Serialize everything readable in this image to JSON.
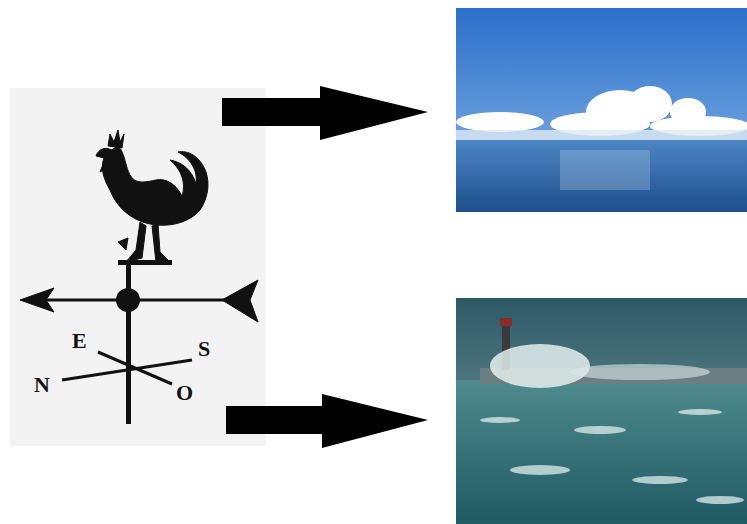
{
  "diagram": {
    "labels": [
      "N",
      "E",
      "S",
      "O"
    ]
  }
}
